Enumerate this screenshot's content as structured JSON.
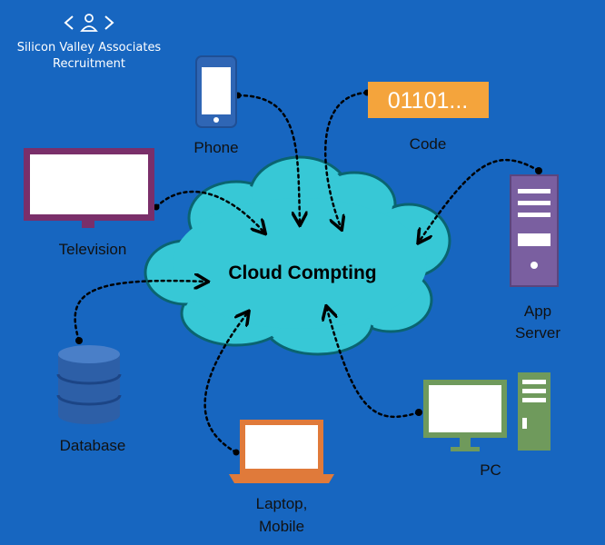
{
  "brand": {
    "line1": "Silicon Valley Associates",
    "line2": "Recruitment"
  },
  "center": {
    "label": "Cloud Compting"
  },
  "nodes": {
    "phone": "Phone",
    "code": "Code",
    "code_badge": "01101...",
    "television": "Television",
    "app_server_line1": "App",
    "app_server_line2": "Server",
    "database": "Database",
    "laptop_line1": "Laptop,",
    "laptop_line2": "Mobile",
    "pc": "PC"
  },
  "colors": {
    "background": "#1766c0",
    "cloud_fill": "#37c8d6",
    "device_frame": "#7a2f6a",
    "code_badge": "#f4a43c",
    "server": "#7a5fa0",
    "database": "#2d5fa7",
    "laptop": "#e07a3a",
    "pc": "#6f9a5c"
  }
}
